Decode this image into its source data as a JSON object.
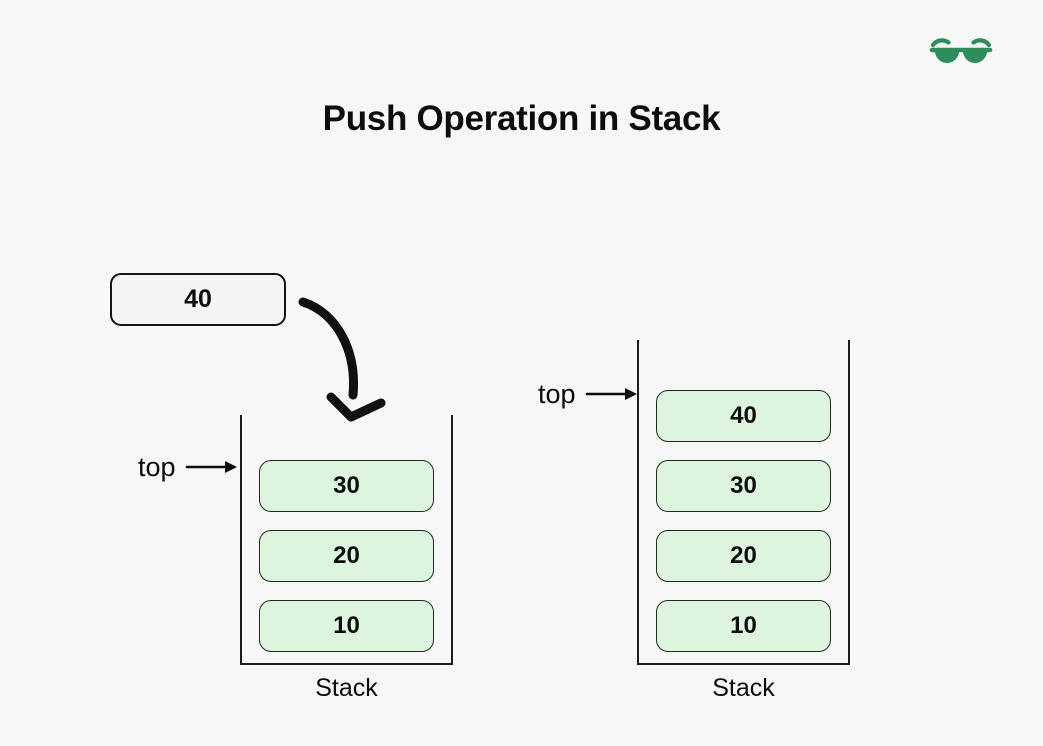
{
  "page": {
    "background_color": "#f7f7f7",
    "title": "Push Operation in Stack"
  },
  "brand": {
    "logo_name": "geeksforgeeks-logo",
    "logo_color": "#2f8d5b"
  },
  "push_value": {
    "label": "40",
    "fill_color": "#f4f4f4",
    "border_color": "#151515"
  },
  "arrow": {
    "name": "curved-push-arrow",
    "color": "#101010"
  },
  "stacks": [
    {
      "id": "before",
      "caption": "Stack",
      "pointer_label": "top",
      "cells": [
        "30",
        "20",
        "10"
      ],
      "cell_fill": "#ddf5de",
      "cell_border": "#1d2a1d"
    },
    {
      "id": "after",
      "caption": "Stack",
      "pointer_label": "top",
      "cells": [
        "40",
        "30",
        "20",
        "10"
      ],
      "cell_fill": "#ddf5de",
      "cell_border": "#1d2a1d"
    }
  ]
}
